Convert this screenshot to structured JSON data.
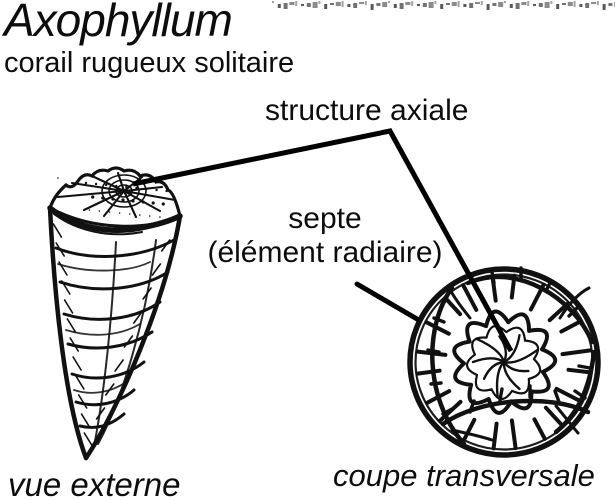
{
  "diagram": {
    "title": "Axophyllum",
    "subtitle": "corail rugueux solitaire",
    "annotations": {
      "axial_structure": "structure axiale",
      "septum_line1": "septe",
      "septum_line2": "(élément radiaire)"
    },
    "captions": {
      "external_view": "vue externe",
      "cross_section": "coupe transversale"
    },
    "colors": {
      "ink": "#0d0d0d",
      "background": "#ffffff"
    }
  }
}
